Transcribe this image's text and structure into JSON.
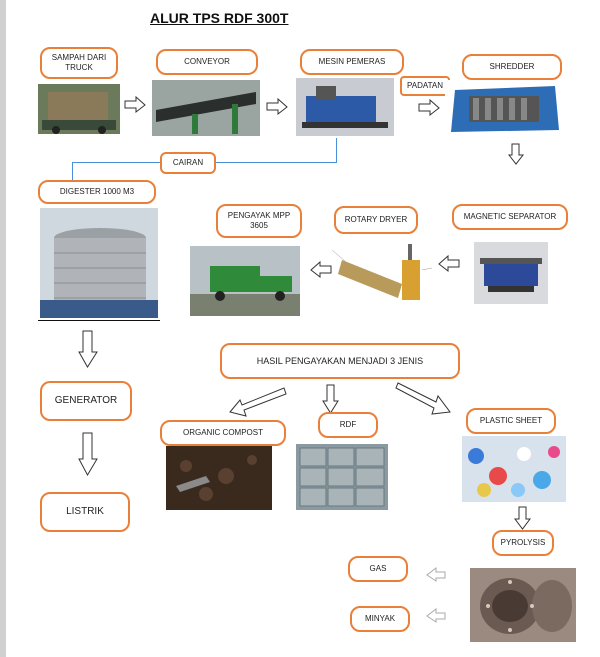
{
  "title": "ALUR TPS RDF 300T",
  "nodes": {
    "sampah": "SAMPAH DARI TRUCK",
    "conveyor": "CONVEYOR",
    "pemeras": "MESIN PEMERAS",
    "padatan": "PADATAN",
    "shredder": "SHREDDER",
    "cairan": "CAIRAN",
    "digester": "DIGESTER 1000 M3",
    "pengayak": "PENGAYAK MPP 3605",
    "rotary": "ROTARY DRYER",
    "magnetic": "MAGNETIC SEPARATOR",
    "hasil": "HASIL PENGAYAKAN MENJADI 3 JENIS",
    "generator": "GENERATOR",
    "listrik": "LISTRIK",
    "compost": "ORGANIC COMPOST",
    "rdf": "RDF",
    "plastic": "PLASTIC SHEET",
    "pyrolysis": "PYROLYSIS",
    "gas": "GAS",
    "minyak": "MINYAK"
  },
  "colors": {
    "box_border": "#e8803a",
    "line": "#4a90d9"
  }
}
